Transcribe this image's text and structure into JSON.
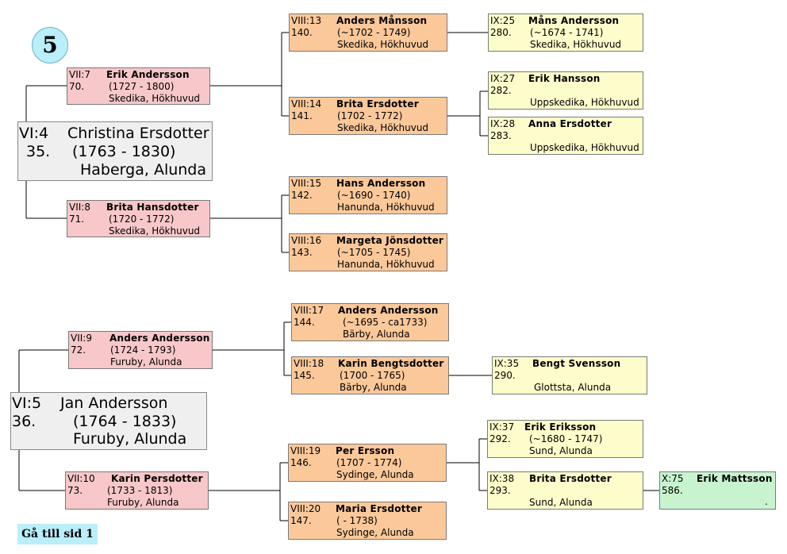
{
  "page_badge": "5",
  "nav": {
    "goto_label": "Gå till sid 1"
  },
  "persons": {
    "p35": {
      "gen": "VI:4",
      "name": "Christina Ersdotter",
      "num": "35.",
      "years": "(1763 - 1830)",
      "place": "Haberga, Alunda"
    },
    "p70": {
      "gen": "VII:7",
      "name": "Erik Andersson",
      "num": "70.",
      "years": "(1727 - 1800)",
      "place": "Skedika, Hökhuvud"
    },
    "p71": {
      "gen": "VII:8",
      "name": "Brita Hansdotter",
      "num": "71.",
      "years": "(1720 - 1772)",
      "place": "Skedika, Hökhuvud"
    },
    "p140": {
      "gen": "VIII:13",
      "name": "Anders Månsson",
      "num": "140.",
      "years": "(~1702 - 1749)",
      "place": "Skedika, Hökhuvud"
    },
    "p141": {
      "gen": "VIII:14",
      "name": "Brita Ersdotter",
      "num": "141.",
      "years": "(1702 - 1772)",
      "place": "Skedika, Hökhuvud"
    },
    "p142": {
      "gen": "VIII:15",
      "name": "Hans Andersson",
      "num": "142.",
      "years": "(~1690 - 1740)",
      "place": "Hanunda, Hökhuvud"
    },
    "p143": {
      "gen": "VIII:16",
      "name": "Margeta Jönsdotter",
      "num": "143.",
      "years": "(~1705 - 1745)",
      "place": "Hanunda, Hökhuvud"
    },
    "p280": {
      "gen": "IX:25",
      "name": "Måns Andersson",
      "num": "280.",
      "years": "(~1674 - 1741)",
      "place": "Skedika, Hökhuvud"
    },
    "p282": {
      "gen": "IX:27",
      "name": "Erik Hansson",
      "num": "282.",
      "years": "",
      "place": "Uppskedika, Hökhuvud"
    },
    "p283": {
      "gen": "IX:28",
      "name": "Anna Ersdotter",
      "num": "283.",
      "years": "",
      "place": "Uppskedika, Hökhuvud"
    },
    "p36": {
      "gen": "VI:5",
      "name": "Jan Andersson",
      "num": "36.",
      "years": "(1764 - 1833)",
      "place": "Furuby, Alunda"
    },
    "p72": {
      "gen": "VII:9",
      "name": "Anders Andersson",
      "num": "72.",
      "years": "(1724 - 1793)",
      "place": "Furuby, Alunda"
    },
    "p73": {
      "gen": "VII:10",
      "name": "Karin Persdotter",
      "num": "73.",
      "years": "(1733 - 1813)",
      "place": "Furuby, Alunda"
    },
    "p144": {
      "gen": "VIII:17",
      "name": "Anders Andersson",
      "num": "144.",
      "years": "(~1695 - ca1733)",
      "place": "Bärby, Alunda"
    },
    "p145": {
      "gen": "VIII:18",
      "name": "Karin Bengtsdotter",
      "num": "145.",
      "years": "(1700 - 1765)",
      "place": "Bärby, Alunda"
    },
    "p146": {
      "gen": "VIII:19",
      "name": "Per Ersson",
      "num": "146.",
      "years": "(1707 - 1774)",
      "place": "Sydinge, Alunda"
    },
    "p147": {
      "gen": "VIII:20",
      "name": "Maria Ersdotter",
      "num": "147.",
      "years": "( - 1738)",
      "place": "Sydinge, Alunda"
    },
    "p290": {
      "gen": "IX:35",
      "name": "Bengt Svensson",
      "num": "290.",
      "years": "",
      "place": "Glottsta, Alunda"
    },
    "p292": {
      "gen": "IX:37",
      "name": "Erik Eriksson",
      "num": "292.",
      "years": "(~1680 - 1747)",
      "place": "Sund, Alunda"
    },
    "p293": {
      "gen": "IX:38",
      "name": "Brita Ersdotter",
      "num": "293.",
      "years": "",
      "place": "Sund, Alunda"
    },
    "p586": {
      "gen": "X:75",
      "name": "Erik Mattsson",
      "num": "586.",
      "years": "",
      "place": "."
    }
  },
  "colors": {
    "gen_VI": "#efefef",
    "gen_VII": "#f7c7c9",
    "gen_VIII": "#fbc89a",
    "gen_IX": "#fdfdcb",
    "gen_X": "#c8f3cf",
    "badge": "#b9eefa",
    "connector": "#000000"
  }
}
